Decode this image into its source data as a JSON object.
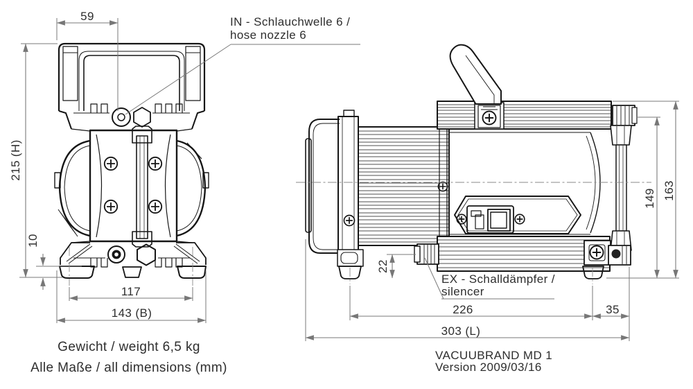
{
  "drawing": {
    "front_view": {
      "dim_top_width": "59",
      "dim_height": "215 (H)",
      "dim_foot_height": "10",
      "dim_foot_spacing": "117",
      "dim_total_width": "143 (B)",
      "annotation_inlet_line1": "IN - Schlauchwelle 6 /",
      "annotation_inlet_line2": "hose nozzle 6"
    },
    "side_view": {
      "dim_exhaust_height": "22",
      "dim_body_height": "149",
      "dim_total_height": "163",
      "dim_foot_spacing": "226",
      "dim_foot_to_end": "35",
      "dim_total_length": "303 (L)",
      "annotation_exhaust_line1": "EX - Schalldämpfer /",
      "annotation_exhaust_line2": "silencer"
    },
    "notes": {
      "weight": "Gewicht / weight 6,5 kg",
      "units": "Alle Maße / all dimensions (mm)"
    },
    "title_block": {
      "model": "VACUUBRAND MD 1",
      "version": "Version 2009/03/16"
    },
    "colors": {
      "outline": "#161616",
      "dimension_line": "#7a7a7a",
      "text": "#2e2e2e",
      "background": "#ffffff"
    }
  }
}
